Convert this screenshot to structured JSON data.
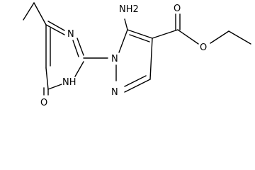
{
  "molecule": {
    "atoms": {
      "nh2": "NH2",
      "n_pyrazole_1": "N",
      "n_pyrazole_2": "N",
      "n_pyrimidine_top": "N",
      "nh_pyrimidine": "NH",
      "o_ketone": "O",
      "o_ester_carbonyl": "O",
      "o_ester_ether": "O"
    }
  }
}
